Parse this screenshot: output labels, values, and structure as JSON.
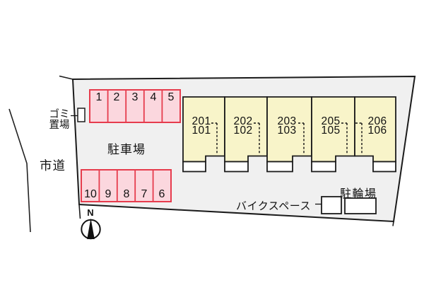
{
  "colors": {
    "plot_fill": "#f0f0f0",
    "building_fill": "#f8f4c9",
    "parking_fill": "#fbd7de",
    "parking_border": "#e63c4d",
    "line": "#1b1b1b"
  },
  "site": {
    "parking_area_label": "駐車場",
    "city_road_label": "市道",
    "garbage_label": "ゴミ\n置場",
    "bike_space_label": "バイクスペース",
    "bicycle_parking_label": "駐輪場",
    "compass_north": "N"
  },
  "building": {
    "units": [
      {
        "upper": "201",
        "lower": "101"
      },
      {
        "upper": "202",
        "lower": "102"
      },
      {
        "upper": "203",
        "lower": "103"
      },
      {
        "upper": "205",
        "lower": "105"
      },
      {
        "upper": "206",
        "lower": "106"
      }
    ]
  },
  "parking": {
    "top_row": [
      "1",
      "2",
      "3",
      "4",
      "5"
    ],
    "bottom_row": [
      "10",
      "9",
      "8",
      "7",
      "6"
    ]
  }
}
